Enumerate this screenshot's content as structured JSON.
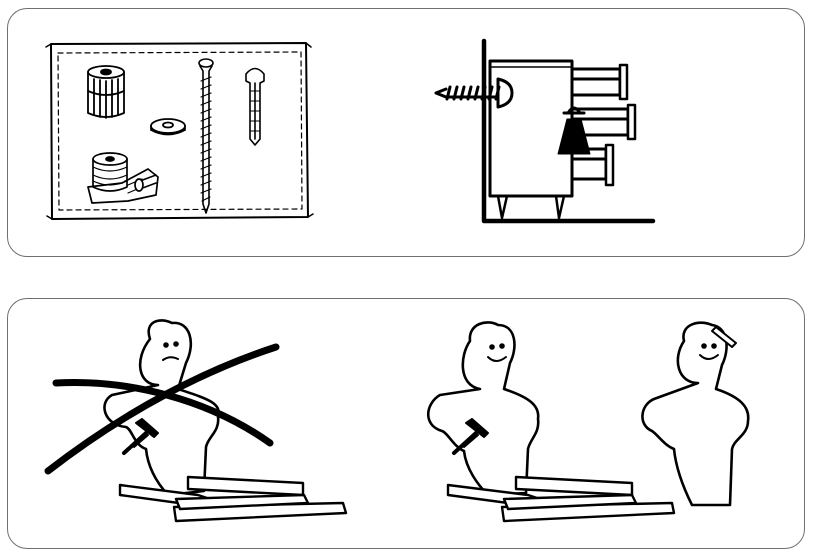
{
  "document": {
    "type": "assembly-instructions",
    "colors": {
      "ink": "#000000",
      "panel_border": "#6f6f6f",
      "background": "#ffffff"
    },
    "panels": [
      {
        "id": "hardware-and-wall-fixing",
        "illustrations": [
          "hardware-bag",
          "wall-anchored-cabinet"
        ],
        "hardware_items": [
          "adjustable-foot-icon",
          "washer-icon",
          "long-screw-icon",
          "wall-plug-icon",
          "anti-tip-bracket-icon"
        ],
        "text": ""
      },
      {
        "id": "assemble-with-two-people",
        "illustrations": [
          "one-person-prohibited",
          "two-people-recommended"
        ],
        "icons": [
          "cross-out-icon",
          "hammer-icon",
          "pencil-icon"
        ],
        "text": ""
      }
    ]
  }
}
